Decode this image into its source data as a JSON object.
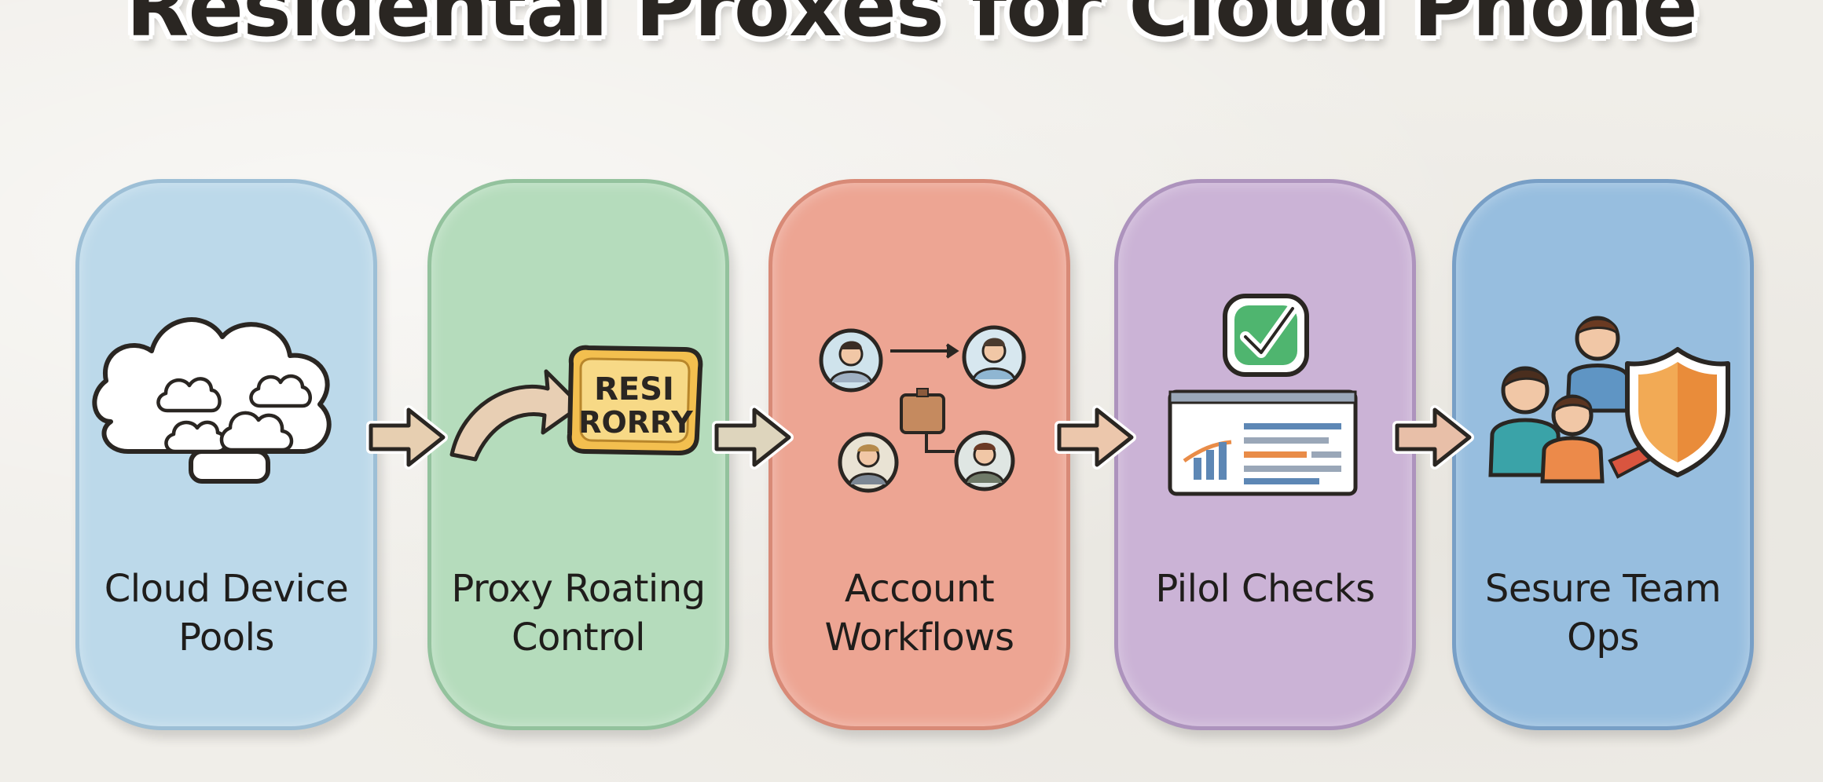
{
  "title": "Residental Proxes for Cloud Phone",
  "colors": {
    "card_blue": "#bcd9ea",
    "card_green": "#b5dcbc",
    "card_red": "#eda593",
    "card_purple": "#cbb3d6",
    "card_steel": "#97bedf",
    "arrow_fill": "#e7cfb1"
  },
  "steps": [
    {
      "label_line1": "Cloud Device",
      "label_line2": "Pools",
      "icon": "cloud-cluster-icon"
    },
    {
      "label_line1": "Proxy Roating",
      "label_line2": "Control",
      "icon": "rotating-proxy-badge-icon",
      "badge_line1": "RESI",
      "badge_line2": "RORRY"
    },
    {
      "label_line1": "Account",
      "label_line2": "Workflows",
      "icon": "account-network-icon"
    },
    {
      "label_line1": "Pilol Checks",
      "label_line2": "",
      "icon": "check-dashboard-icon"
    },
    {
      "label_line1": "Sesure Team",
      "label_line2": "Ops",
      "icon": "team-shield-icon"
    }
  ]
}
